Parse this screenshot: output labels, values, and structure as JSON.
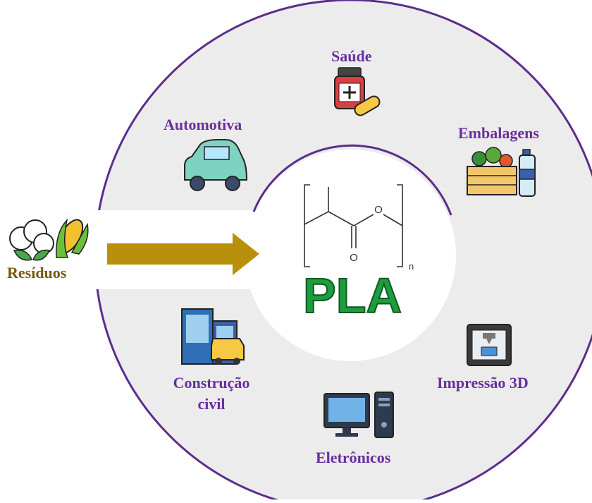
{
  "center": {
    "product": "PLA",
    "chem_oxygen_ester": "O",
    "chem_oxygen_carbonyl": "O",
    "chem_subscript": "n"
  },
  "source": {
    "label": "Resíduos",
    "icons": [
      "cotton-icon",
      "corn-icon"
    ]
  },
  "applications": [
    {
      "label": "Saúde",
      "icon": "medicine-icon"
    },
    {
      "label": "Automotiva",
      "icon": "car-icon"
    },
    {
      "label": "Embalagens",
      "icon": "packaging-icon"
    },
    {
      "label": "Impressão 3D",
      "icon": "3d-printer-icon"
    },
    {
      "label": "Eletrônicos",
      "icon": "computer-icon"
    },
    {
      "label": "Construção",
      "label2": "civil",
      "icon": "buildings-icon"
    }
  ],
  "colors": {
    "ring": "#ececec",
    "ring_border": "#5b2d8e",
    "label": "#6a2ea0",
    "arrow": "#b8900b",
    "pla_green": "#1f9d3e",
    "resid_label": "#7a5a10"
  }
}
